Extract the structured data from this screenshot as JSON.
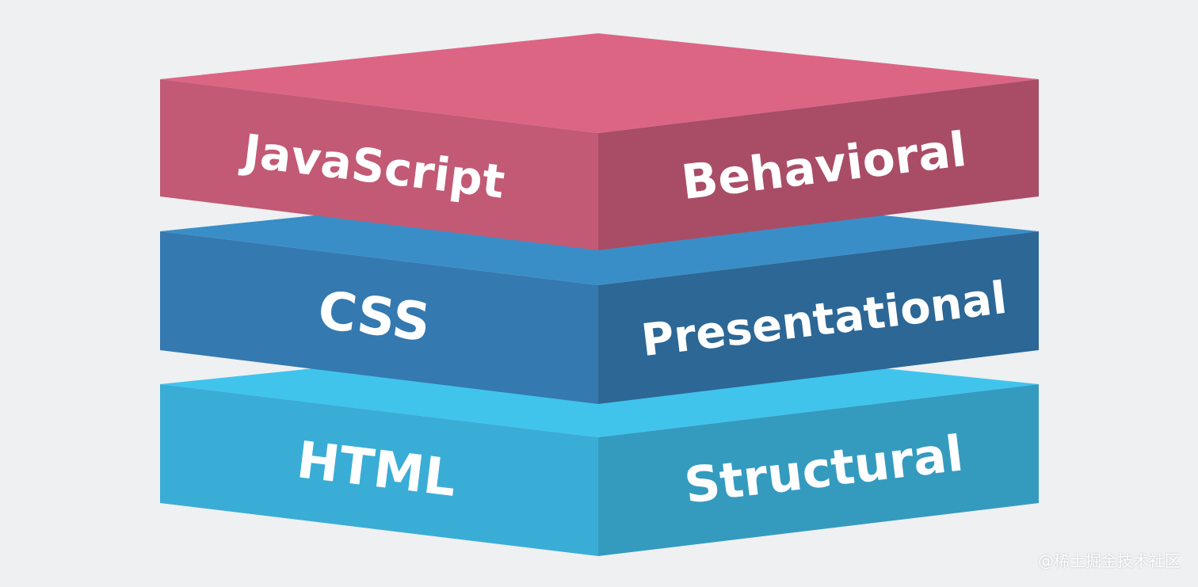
{
  "layers": [
    {
      "left_label": "JavaScript",
      "right_label": "Behavioral",
      "colors": {
        "top": "#dc6584",
        "left": "#c25a75",
        "right": "#a94d66"
      }
    },
    {
      "left_label": "CSS",
      "right_label": "Presentational",
      "colors": {
        "top": "#3a8ec7",
        "left": "#3479b0",
        "right": "#2c6795"
      }
    },
    {
      "left_label": "HTML",
      "right_label": "Structural",
      "colors": {
        "top": "#40c4ec",
        "left": "#3aadd6",
        "right": "#349bbf"
      }
    }
  ],
  "watermark": "@稀土掘金技术社区",
  "background": "#eef0f2"
}
